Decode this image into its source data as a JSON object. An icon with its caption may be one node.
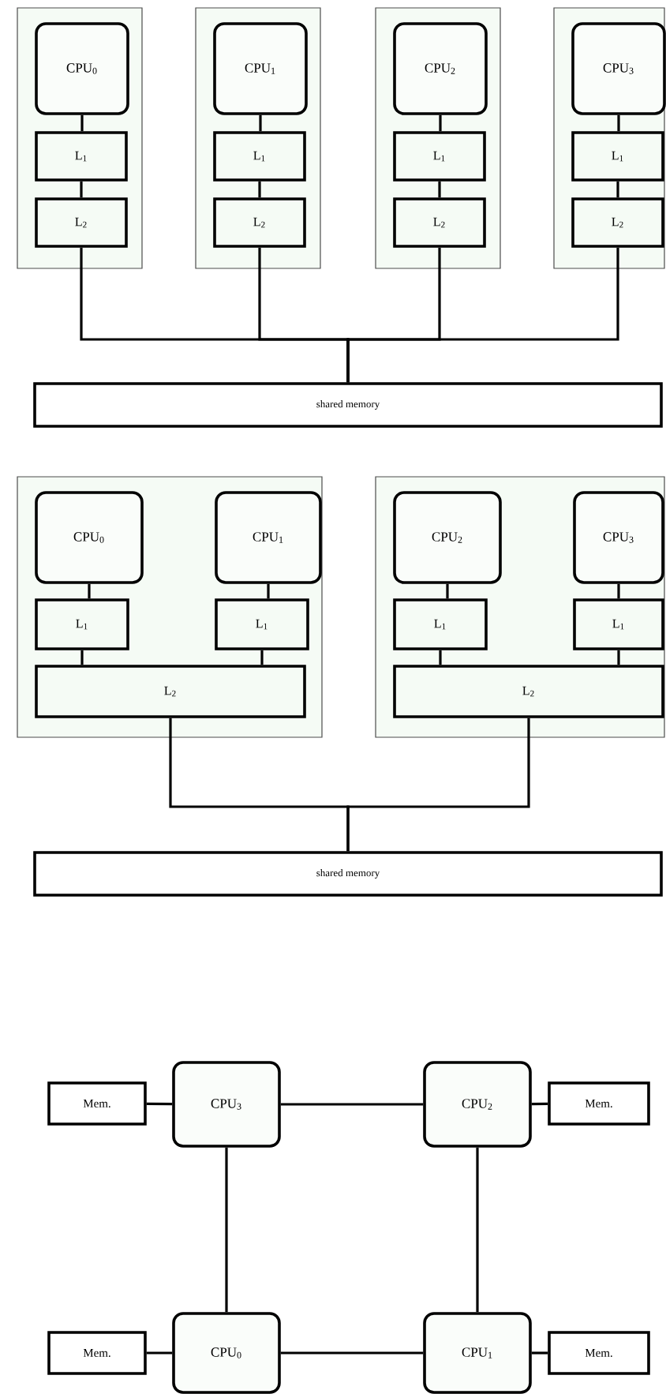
{
  "diagram": {
    "nodes": [
      {
        "text": [],
        "shape": "box"
      },
      {
        "text": [
          "CPU$_{0}$"
        ],
        "in": 0
      },
      {
        "text": [
          "L$_{1}$"
        ],
        "in": 0
      },
      {
        "text": [
          "L$_{2}$"
        ],
        "in": 0
      },
      {
        "text": [],
        "shape": "box"
      },
      {
        "text": [
          "CPU$_{1}$"
        ],
        "in": 4
      },
      {
        "text": [
          "L$_{1}$"
        ],
        "in": 4
      },
      {
        "text": [
          "L$_{2}$"
        ],
        "in": 4
      },
      {
        "text": [],
        "shape": "box"
      },
      {
        "text": [
          "CPU$_{2}$"
        ],
        "in": 8
      },
      {
        "text": [
          "L$_{1}$"
        ],
        "in": 8
      },
      {
        "text": [
          "L$_{2}$"
        ],
        "in": 8
      },
      {
        "text": [],
        "shape": "box"
      },
      {
        "text": [
          "CPU$_{3}$"
        ],
        "in": 12
      },
      {
        "text": [
          "L$_{1}$"
        ],
        "in": 12
      },
      {
        "text": [
          "L$_{2}$"
        ],
        "in": 12
      },
      {
        "text": [
          "shared memory"
        ]
      },
      {
        "text": [],
        "shape": "box"
      },
      {
        "text": [
          "CPU$_{0}$"
        ],
        "in": 17
      },
      {
        "text": [
          "CPU$_{1}$"
        ],
        "in": 17
      },
      {
        "text": [
          "L$_{1}$"
        ],
        "in": 17
      },
      {
        "text": [
          "L$_{1}$"
        ],
        "in": 17
      },
      {
        "text": [
          "L$_{2}$"
        ],
        "in": 17
      },
      {
        "text": [],
        "shape": "box"
      },
      {
        "text": [
          "CPU$_{2}$"
        ],
        "in": 23
      },
      {
        "text": [
          "CPU$_{3}$"
        ],
        "in": 23
      },
      {
        "text": [
          "L$_{1}$"
        ],
        "in": 23
      },
      {
        "text": [
          "L$_{1}$"
        ],
        "in": 23
      },
      {
        "text": [
          "L$_{2}$"
        ],
        "in": 23
      },
      {
        "text": [
          "shared memory"
        ]
      },
      {
        "text": [
          "Mem."
        ]
      },
      {
        "text": [
          "CPU$_{3}$"
        ]
      },
      {
        "text": [
          "CPU$_{2}$"
        ]
      },
      {
        "text": [
          "Mem."
        ]
      },
      {
        "text": [
          "Mem."
        ]
      },
      {
        "text": [
          "CPU$_{0}$"
        ]
      },
      {
        "text": [
          "CPU$_{1}$"
        ]
      },
      {
        "text": [
          "Mem."
        ]
      }
    ],
    "edges": [
      {
        "from": 1,
        "to": 2,
        "arrow": "none"
      },
      {
        "from": 2,
        "to": 3,
        "arrow": "none"
      },
      {
        "from": 5,
        "to": 6,
        "arrow": "none"
      },
      {
        "from": 6,
        "to": 7,
        "arrow": "none"
      },
      {
        "from": 9,
        "to": 10,
        "arrow": "none"
      },
      {
        "from": 10,
        "to": 11,
        "arrow": "none"
      },
      {
        "from": 13,
        "to": 14,
        "arrow": "none"
      },
      {
        "from": 14,
        "to": 15,
        "arrow": "none"
      },
      {
        "from": 3,
        "to": 16,
        "arrow": "none"
      },
      {
        "from": 7,
        "to": 16,
        "arrow": "none"
      },
      {
        "from": 11,
        "to": 16,
        "arrow": "none"
      },
      {
        "from": 15,
        "to": 16,
        "arrow": "none"
      },
      {
        "from": 18,
        "to": 20,
        "arrow": "none"
      },
      {
        "from": 19,
        "to": 21,
        "arrow": "none"
      },
      {
        "from": 20,
        "to": 22,
        "arrow": "none"
      },
      {
        "from": 21,
        "to": 22,
        "arrow": "none"
      },
      {
        "from": 24,
        "to": 26,
        "arrow": "none"
      },
      {
        "from": 25,
        "to": 27,
        "arrow": "none"
      },
      {
        "from": 26,
        "to": 28,
        "arrow": "none"
      },
      {
        "from": 27,
        "to": 28,
        "arrow": "none"
      },
      {
        "from": 22,
        "to": 29,
        "arrow": "none"
      },
      {
        "from": 28,
        "to": 29,
        "arrow": "none"
      },
      {
        "from": 30,
        "to": 31,
        "arrow": "none"
      },
      {
        "from": 31,
        "to": 32,
        "arrow": "none"
      },
      {
        "from": 32,
        "to": 33,
        "arrow": "none"
      },
      {
        "from": 31,
        "to": 35,
        "arrow": "none"
      },
      {
        "from": 32,
        "to": 36,
        "arrow": "none"
      },
      {
        "from": 34,
        "to": 35,
        "arrow": "none"
      },
      {
        "from": 35,
        "to": 36,
        "arrow": "none"
      },
      {
        "from": 36,
        "to": 37,
        "arrow": "none"
      }
    ]
  }
}
